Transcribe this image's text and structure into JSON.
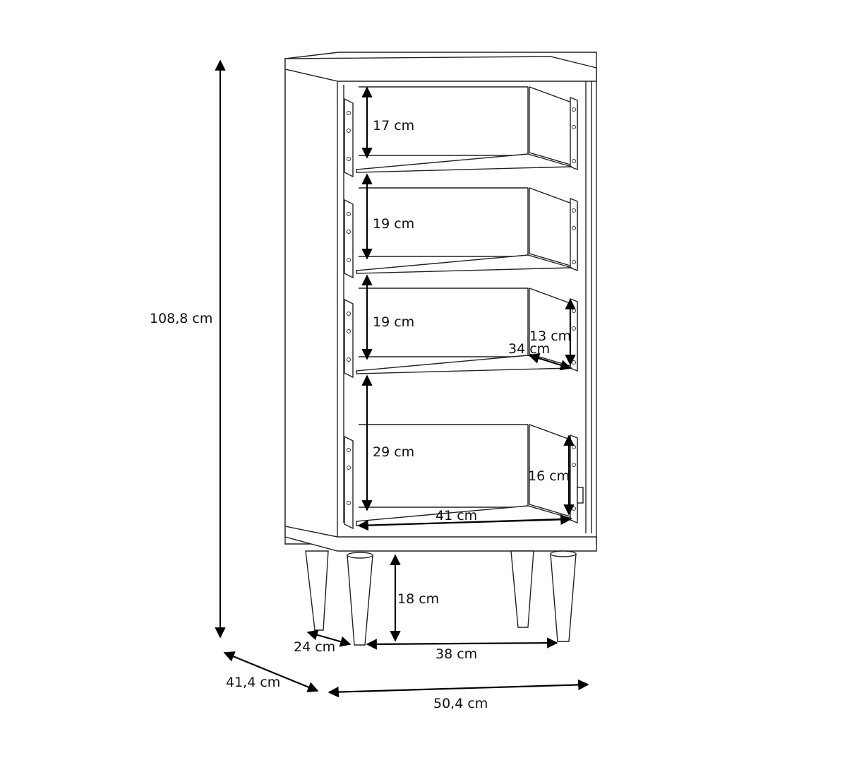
{
  "dimensions": {
    "total_height": "108,8 cm",
    "depth": "41,4 cm",
    "width": "50,4 cm",
    "leg_depth_spacing": "24 cm",
    "leg_width_spacing": "38 cm",
    "leg_height": "18 cm",
    "drawer_1_height": "17 cm",
    "drawer_2_height": "19 cm",
    "drawer_3_height": "19 cm",
    "open_compartment_height": "29 cm",
    "drawer_3_inner_height": "13 cm",
    "drawer_3_inner_depth": "34 cm",
    "drawer_4_inner_height": "16 cm",
    "drawer_4_inner_width": "41 cm"
  }
}
